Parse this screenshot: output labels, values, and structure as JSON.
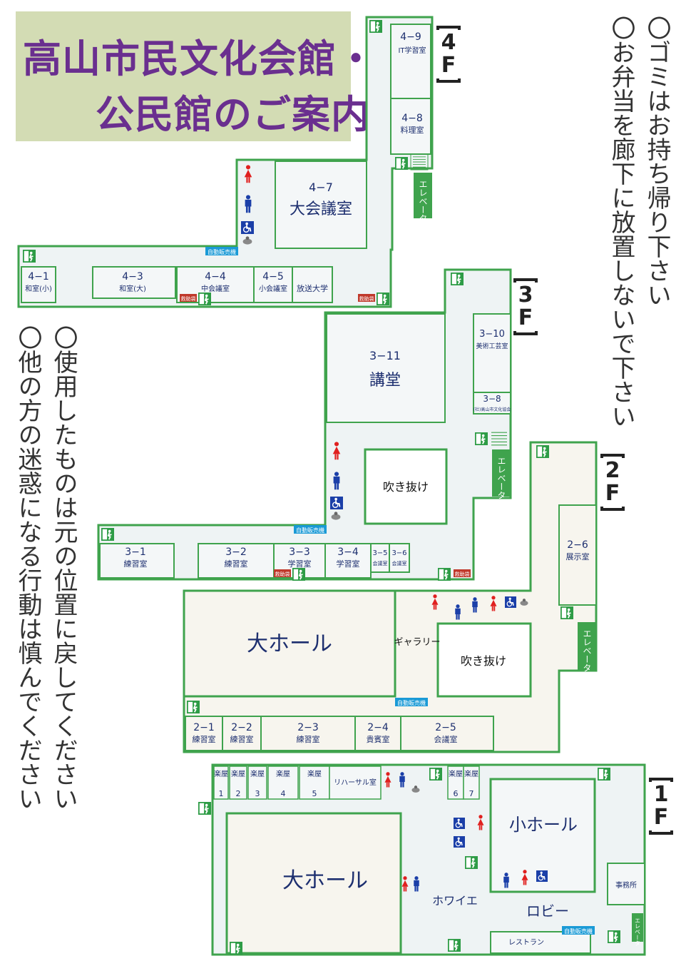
{
  "title": {
    "line1": "高山市民文化会館・",
    "line2": "公民館のご案内"
  },
  "notes_right": [
    "〇ゴミはお持ち帰り下さい",
    "〇お弁当を廊下に放置しないで下さい"
  ],
  "notes_left": [
    "〇使用したものは元の位置に戻してください",
    "〇他の方の迷惑になる行動は慎んでください"
  ],
  "floors": {
    "f4": {
      "label": "4F",
      "c1": "4",
      "c2": "F",
      "rooms": {
        "r49_num": "4−9",
        "r49_name": "IT学習室",
        "r48_num": "4−8",
        "r48_name": "料理室",
        "r47_num": "4−7",
        "r47_name": "大会議室",
        "r41_num": "4−1",
        "r41_name": "和室(小)",
        "r43_num": "4−3",
        "r43_name": "和室(大)",
        "r44_num": "4−4",
        "r44_name": "中会議室",
        "r45_num": "4−5",
        "r45_name": "小会議室",
        "hoso": "放送大学"
      },
      "elevator": "エレベータ",
      "vending": "自動販売機",
      "first_aid": "救助袋"
    },
    "f3": {
      "label": "3F",
      "c1": "3",
      "c2": "F",
      "rooms": {
        "r311_num": "3−11",
        "r311_name": "講堂",
        "r310_num": "3−10",
        "r310_name": "美術工芸室",
        "r38_num": "3−8",
        "r38_name": "(社)高山市文化協会",
        "fukinuke": "吹き抜け",
        "r31_num": "3−1",
        "r31_name": "練習室",
        "r32_num": "3−2",
        "r32_name": "練習室",
        "r33_num": "3−3",
        "r33_name": "学習室",
        "r34_num": "3−4",
        "r34_name": "学習室",
        "r35_num": "3−5",
        "r35_name": "会議室",
        "r36_num": "3−6",
        "r36_name": "会議室"
      },
      "elevator": "エレベータ",
      "vending": "自動販売機",
      "first_aid": "救助袋"
    },
    "f2": {
      "label": "2F",
      "c1": "2",
      "c2": "F",
      "rooms": {
        "daihall": "大ホール",
        "gallery": "ギャラリー",
        "fukinuke": "吹き抜け",
        "r26_num": "2−6",
        "r26_name": "展示室",
        "r21_num": "2−1",
        "r21_name": "練習室",
        "r22_num": "2−2",
        "r22_name": "練習室",
        "r23_num": "2−3",
        "r23_name": "練習室",
        "r24_num": "2−4",
        "r24_name": "貴賓室",
        "r25_num": "2−5",
        "r25_name": "会議室"
      },
      "elevator": "エレベータ",
      "vending": "自動販売機"
    },
    "f1": {
      "label": "1F",
      "c1": "1",
      "c2": "F",
      "rooms": {
        "daihall": "大ホール",
        "shohall": "小ホール",
        "foyer": "ホワイエ",
        "lobby": "ロビー",
        "office": "事務所",
        "restaurant": "レストラン",
        "rehearsal": "リハーサル室",
        "gakuya": "楽屋",
        "g1": "1",
        "g2": "2",
        "g3": "3",
        "g4": "4",
        "g5": "5",
        "g6": "6",
        "g7": "7"
      },
      "elevator": "エレベータ",
      "vending": "自動販売機"
    }
  },
  "colors": {
    "wall": "#3fa34d",
    "floor_fill": "#eef3f4",
    "room_fill": "#f4f7f8",
    "hall_fill": "#f7f5ee",
    "room_text": "#1d2f6f",
    "toilet_female": "#e0201f",
    "toilet_male": "#1b3fa8",
    "exit_green": "#2e9c46",
    "elevator_green": "#3fa34d",
    "vending_blue": "#1a9ad6",
    "first_aid_red": "#c0392b",
    "title_purple": "#6a2f8f"
  },
  "icons": [
    "exit-icon",
    "female-toilet-icon",
    "male-toilet-icon",
    "wheelchair-icon",
    "nursing-icon"
  ]
}
